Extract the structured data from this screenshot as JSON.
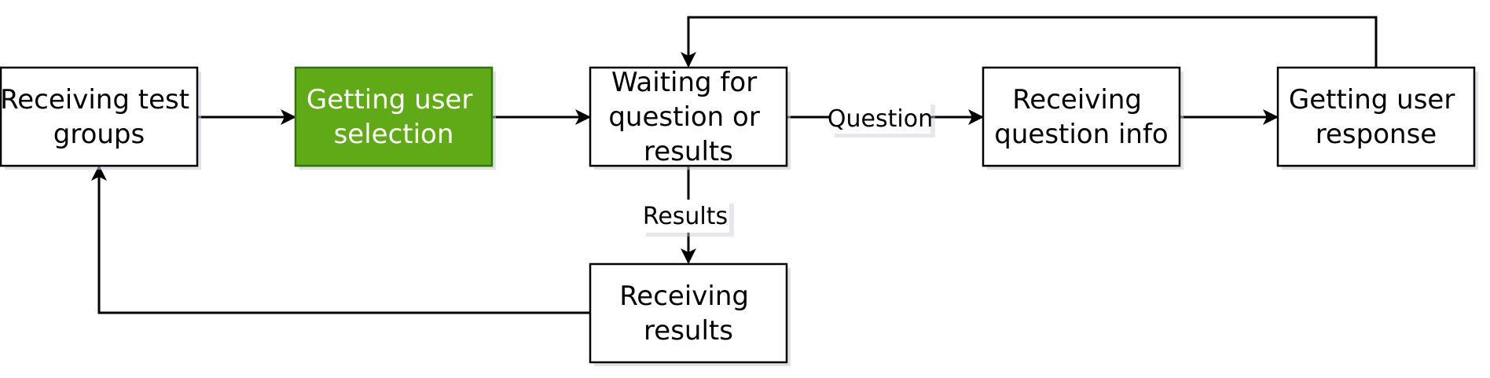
{
  "nodes": {
    "receiving_test_groups": {
      "line1": "Receiving test",
      "line2": "groups"
    },
    "getting_user_selection": {
      "line1": "Getting user",
      "line2": "selection"
    },
    "waiting": {
      "line1": "Waiting for",
      "line2": "question or",
      "line3": "results"
    },
    "receiving_question_info": {
      "line1": "Receiving",
      "line2": "question info"
    },
    "getting_user_response": {
      "line1": "Getting user",
      "line2": "response"
    },
    "receiving_results": {
      "line1": "Receiving",
      "line2": "results"
    }
  },
  "edges": {
    "question_label": "Question",
    "results_label": "Results"
  },
  "colors": {
    "active_fill": "#60a917",
    "active_stroke": "#2d7600",
    "active_text": "#ffffff",
    "default_fill": "#ffffff",
    "stroke": "#000000"
  }
}
